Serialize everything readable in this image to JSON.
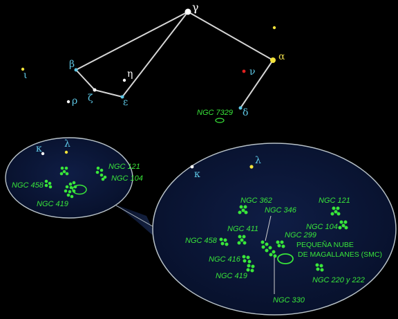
{
  "constellation": {
    "stars": {
      "gamma": "γ",
      "alpha": "α",
      "beta": "β",
      "eta": "η",
      "zeta": "ζ",
      "epsilon": "ε",
      "iota": "ι",
      "rho": "ρ",
      "nu": "ν",
      "delta": "δ"
    },
    "ngc7329": "NGC 7329"
  },
  "small_inset": {
    "kappa": "κ",
    "lambda": "λ",
    "ngc121": "NGC 121",
    "ngc104": "NGC 104",
    "ngc458": "NGC 458",
    "ngc419": "NGC 419"
  },
  "large_inset": {
    "kappa": "κ",
    "lambda": "λ",
    "ngc362": "NGC 362",
    "ngc346": "NGC 346",
    "ngc121": "NGC 121",
    "ngc411": "NGC 411",
    "ngc104": "NGC 104",
    "ngc299": "NGC 299",
    "ngc458": "NGC 458",
    "smc_line1": "PEQUEÑA NUBE",
    "smc_line2": "DE MAGALLANES (SMC)",
    "ngc416": "NGC 416",
    "ngc419": "NGC 419",
    "ngc220_222": "NGC 220 y 222",
    "ngc330": "NGC 330"
  },
  "colors": {
    "background": "#000000",
    "inset_fill": "#0b1636",
    "inset_stroke": "#b8c2c8",
    "cluster_green": "#39e63a",
    "star_cyan": "#5ec8e6",
    "star_yellow": "#f2e23a",
    "star_red": "#e02020",
    "line_grey": "#d6d6d6"
  }
}
